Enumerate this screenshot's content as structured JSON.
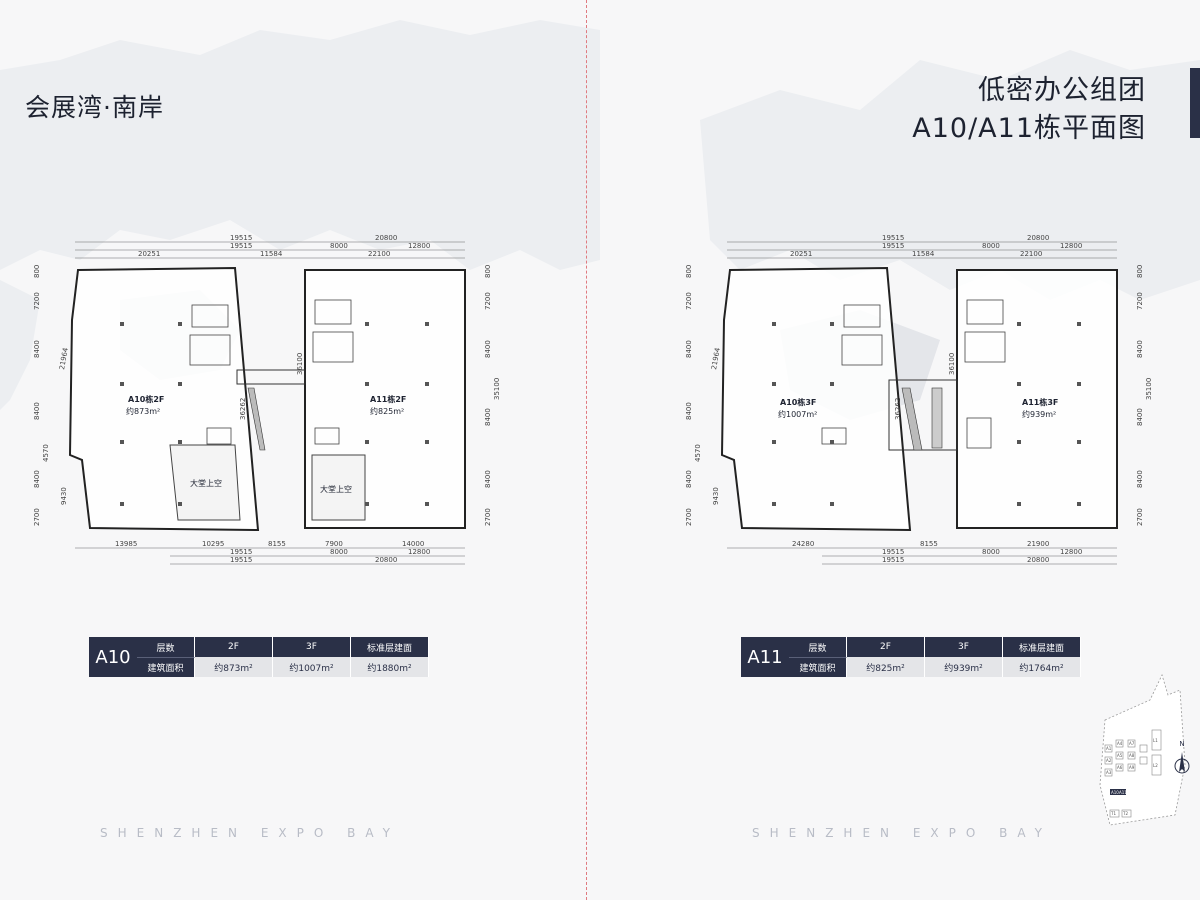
{
  "brand": "会展湾·南岸",
  "title": {
    "line1": "低密办公组团",
    "line2": "A10/A11栋平面图"
  },
  "footer": "SHENZHEN EXPO BAY",
  "left_plan": {
    "unit_a": {
      "name": "A10栋2F",
      "area": "约873m²"
    },
    "unit_b": {
      "name": "A11栋2F",
      "area": "约825m²"
    },
    "lobby_a": "大堂上空",
    "lobby_b": "大堂上空",
    "top_dims": [
      "19515",
      "20800",
      "19515",
      "8000",
      "12800",
      "20251",
      "11584",
      "22100"
    ],
    "bottom_dims": [
      "13985",
      "10295",
      "8155",
      "7900",
      "14000",
      "19515",
      "8000",
      "12800",
      "19515",
      "20800"
    ],
    "left_dims": [
      "800",
      "7200",
      "8400",
      "35100",
      "8400",
      "4570",
      "8400",
      "9430",
      "2700",
      "21964"
    ],
    "right_dims": [
      "800",
      "7200",
      "8400",
      "35100",
      "8400",
      "8400",
      "2700",
      "36100",
      "36262"
    ]
  },
  "right_plan": {
    "unit_a": {
      "name": "A10栋3F",
      "area": "约1007m²"
    },
    "unit_b": {
      "name": "A11栋3F",
      "area": "约939m²"
    },
    "top_dims": [
      "19515",
      "20800",
      "19515",
      "8000",
      "12800",
      "20251",
      "11584",
      "22100"
    ],
    "bottom_dims": [
      "24280",
      "8155",
      "21900",
      "19515",
      "8000",
      "12800",
      "19515",
      "20800"
    ],
    "left_dims": [
      "800",
      "7200",
      "8400",
      "35100",
      "8400",
      "4570",
      "8400",
      "9430",
      "2700",
      "21964"
    ],
    "right_dims": [
      "800",
      "7200",
      "8400",
      "35100",
      "8400",
      "8400",
      "2700",
      "36100",
      "36262"
    ]
  },
  "table_a10": {
    "code": "A10",
    "headers": [
      "层数",
      "2F",
      "3F",
      "标准层建面"
    ],
    "row": [
      "建筑面积",
      "约873m²",
      "约1007m²",
      "约1880m²"
    ]
  },
  "table_a11": {
    "code": "A11",
    "headers": [
      "层数",
      "2F",
      "3F",
      "标准层建面"
    ],
    "row": [
      "建筑面积",
      "约825m²",
      "约939m²",
      "约1764m²"
    ]
  },
  "sitemap": {
    "north": "N",
    "labels": [
      "A1",
      "A2",
      "A3",
      "A4",
      "A5",
      "A6",
      "A7",
      "A8",
      "A9",
      "A10",
      "A11",
      "T1",
      "T2",
      "L1",
      "L2"
    ]
  }
}
